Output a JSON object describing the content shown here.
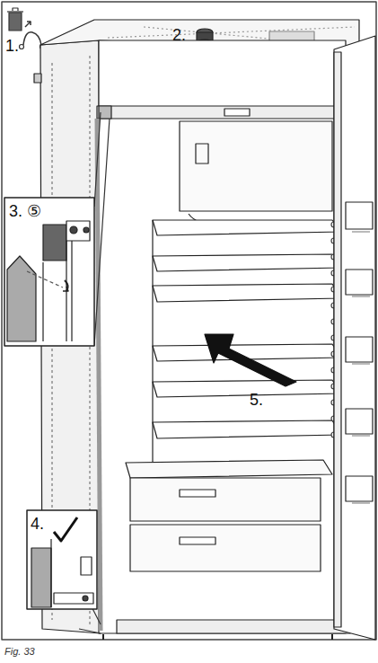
{
  "diagram": {
    "caption": "Fig. 33",
    "labels": [
      "1.",
      "2.",
      "3.",
      "⑤",
      "4.",
      "5."
    ]
  }
}
